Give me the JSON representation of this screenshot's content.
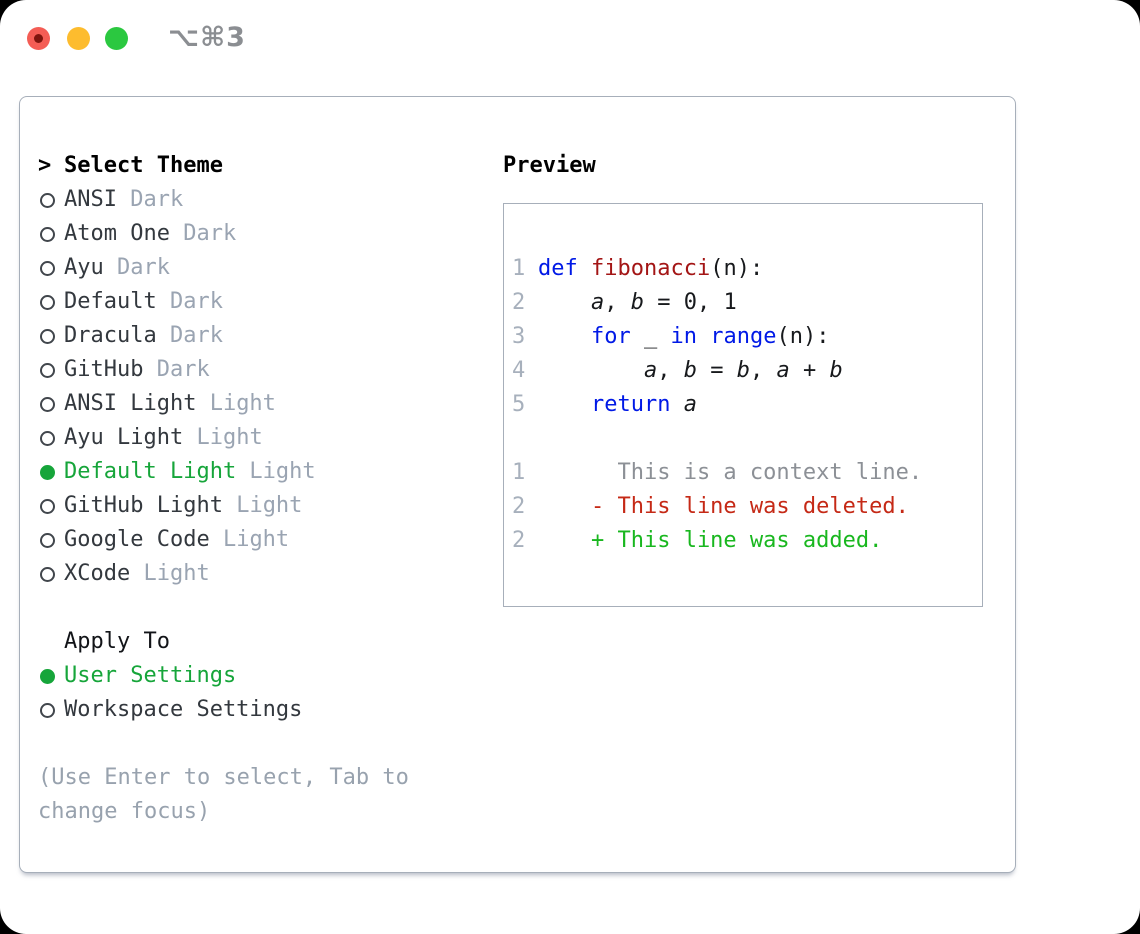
{
  "window": {
    "shortcut_label": "⌥⌘3",
    "traffic_lights": [
      {
        "name": "close",
        "color": "#f45d55"
      },
      {
        "name": "minimize",
        "color": "#fdbc2e"
      },
      {
        "name": "zoom",
        "color": "#2bc840"
      }
    ]
  },
  "colors": {
    "accent_green": "#16a53a",
    "added_green": "#19b71f",
    "deleted_red": "#c52916",
    "keyword_blue": "#0019e6",
    "function_red": "#a31515",
    "muted_gray": "#9aa4b2",
    "line_number_gray": "#a7b0bc",
    "context_gray": "#8c9096",
    "border_gray": "#a7afba"
  },
  "theme_picker": {
    "prompt": ">",
    "title": "Select Theme",
    "items": [
      {
        "name": "ANSI",
        "variant": "Dark",
        "selected": false
      },
      {
        "name": "Atom One",
        "variant": "Dark",
        "selected": false
      },
      {
        "name": "Ayu",
        "variant": "Dark",
        "selected": false
      },
      {
        "name": "Default",
        "variant": "Dark",
        "selected": false
      },
      {
        "name": "Dracula",
        "variant": "Dark",
        "selected": false
      },
      {
        "name": "GitHub",
        "variant": "Dark",
        "selected": false
      },
      {
        "name": "ANSI Light",
        "variant": "Light",
        "selected": false
      },
      {
        "name": "Ayu Light",
        "variant": "Light",
        "selected": false
      },
      {
        "name": "Default Light",
        "variant": "Light",
        "selected": true
      },
      {
        "name": "GitHub Light",
        "variant": "Light",
        "selected": false
      },
      {
        "name": "Google Code",
        "variant": "Light",
        "selected": false
      },
      {
        "name": "XCode",
        "variant": "Light",
        "selected": false
      }
    ],
    "apply_to_title": "Apply To",
    "apply_options": [
      {
        "label": "User Settings",
        "selected": true
      },
      {
        "label": "Workspace Settings",
        "selected": false
      }
    ],
    "hint_lines": [
      "(Use Enter to select, Tab to",
      "change focus)"
    ]
  },
  "preview": {
    "title": "Preview",
    "lines": [
      {
        "num": "1",
        "segs": [
          [
            "k",
            "def"
          ],
          [
            "p",
            " "
          ],
          [
            "f",
            "fibonacci"
          ],
          [
            "p",
            "(n):"
          ]
        ]
      },
      {
        "num": "2",
        "segs": [
          [
            "p",
            "    "
          ],
          [
            "v",
            "a"
          ],
          [
            "p",
            ", "
          ],
          [
            "v",
            "b"
          ],
          [
            "p",
            " = 0, 1"
          ]
        ]
      },
      {
        "num": "3",
        "segs": [
          [
            "p",
            "    "
          ],
          [
            "k",
            "for"
          ],
          [
            "p",
            " _ "
          ],
          [
            "k",
            "in"
          ],
          [
            "p",
            " "
          ],
          [
            "k",
            "range"
          ],
          [
            "p",
            "(n):"
          ]
        ]
      },
      {
        "num": "4",
        "segs": [
          [
            "p",
            "        "
          ],
          [
            "v",
            "a"
          ],
          [
            "p",
            ", "
          ],
          [
            "v",
            "b"
          ],
          [
            "p",
            " = "
          ],
          [
            "v",
            "b"
          ],
          [
            "p",
            ", "
          ],
          [
            "v",
            "a"
          ],
          [
            "p",
            " + "
          ],
          [
            "v",
            "b"
          ]
        ]
      },
      {
        "num": "5",
        "segs": [
          [
            "p",
            "    "
          ],
          [
            "k",
            "return"
          ],
          [
            "p",
            " "
          ],
          [
            "v",
            "a"
          ]
        ]
      },
      {
        "num": "",
        "segs": []
      },
      {
        "num": "1",
        "segs": [
          [
            "ctx",
            "      This is a context line."
          ]
        ]
      },
      {
        "num": "2",
        "segs": [
          [
            "del",
            "    - This line was deleted."
          ]
        ]
      },
      {
        "num": "2",
        "segs": [
          [
            "add",
            "    + This line was added."
          ]
        ]
      }
    ]
  }
}
